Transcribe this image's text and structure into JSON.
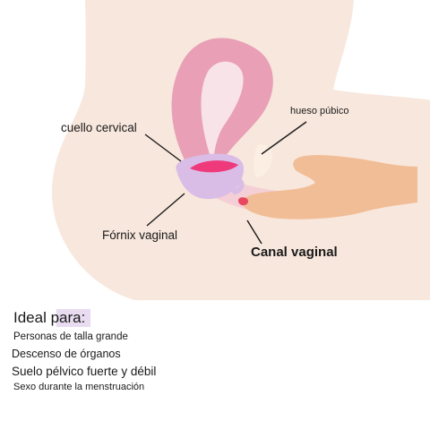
{
  "labels": {
    "cervix": "cuello cervical",
    "pubic_bone": "hueso púbico",
    "fornix": "Fórnix vaginal",
    "canal": "Canal vaginal"
  },
  "ideal": {
    "title": "Ideal para:",
    "items": [
      "Personas de talla grande",
      "Descenso de órganos",
      "Suelo pélvico fuerte y débil",
      "Sexo durante la menstruación"
    ]
  },
  "colors": {
    "body": "#f8e7dd",
    "uterus": "#e9a0b6",
    "uterus_inner": "#f8e3e9",
    "cup": "#d9bde6",
    "cup_fluid": "#ee3a7a",
    "finger": "#f0bd96",
    "nail": "#e8475f"
  }
}
